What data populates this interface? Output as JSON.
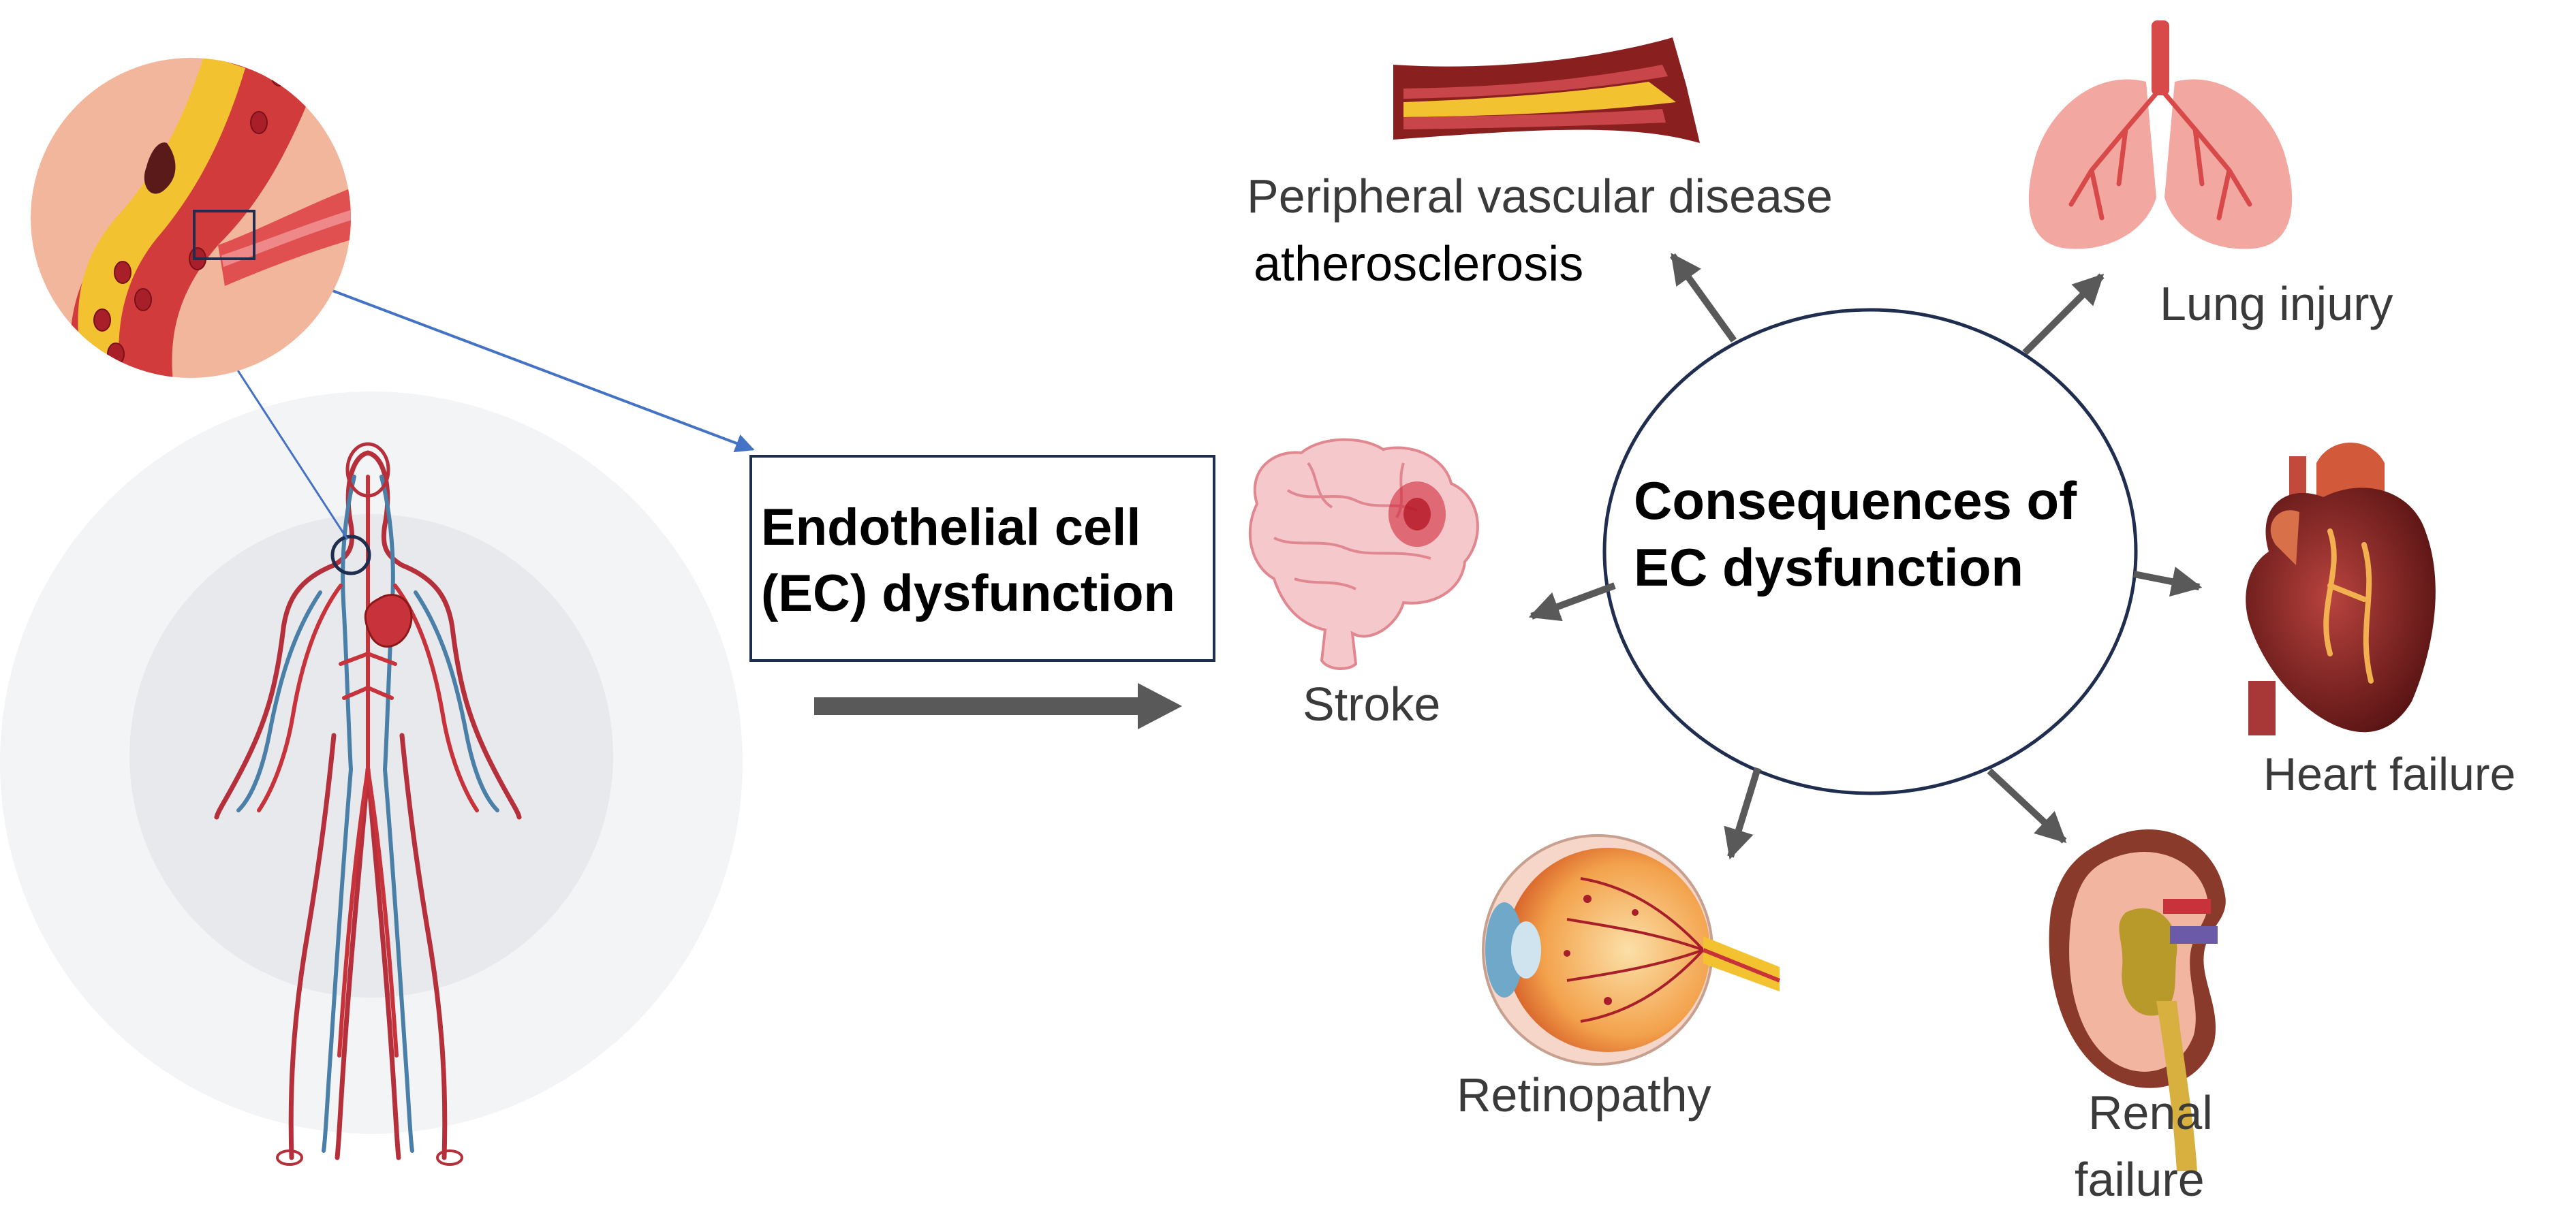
{
  "ec_box": {
    "line1": "Endothelial cell",
    "line2": "(EC) dysfunction"
  },
  "center": {
    "line1": "Consequences of",
    "line2": "EC dysfunction"
  },
  "outcomes": {
    "pvd": {
      "line1": "Peripheral vascular disease",
      "line2": "atherosclerosis"
    },
    "lung": "Lung injury",
    "stroke": "Stroke",
    "heart": "Heart failure",
    "retinopathy": "Retinopathy",
    "renal": {
      "line1": "Renal",
      "line2": "failure"
    }
  },
  "colors": {
    "arrow": "#595959",
    "blue_line": "#4472c4",
    "circle_stroke": "#1f2d4e",
    "vessel_red": "#c8323a",
    "plaque_yellow": "#f2c230",
    "vein_blue": "#4a7fa8",
    "tissue_pink": "#f0a8a0"
  }
}
